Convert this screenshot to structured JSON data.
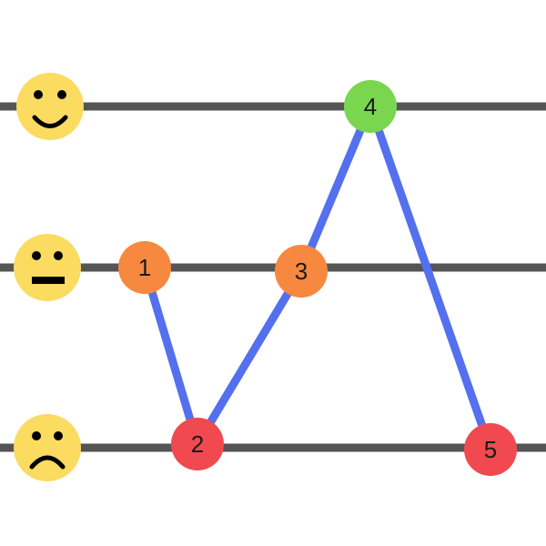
{
  "levels": [
    {
      "name": "happy",
      "icon": "happy-face-icon"
    },
    {
      "name": "neutral",
      "icon": "neutral-face-icon"
    },
    {
      "name": "sad",
      "icon": "sad-face-icon"
    }
  ],
  "colors": {
    "line": "#555555",
    "path": "#5470ee",
    "face": "#fbdb60",
    "happy": "#7ad64f",
    "neutral": "#f6893f",
    "sad": "#f04a50"
  },
  "steps": [
    {
      "label": "1",
      "level": "neutral"
    },
    {
      "label": "2",
      "level": "sad"
    },
    {
      "label": "3",
      "level": "neutral"
    },
    {
      "label": "4",
      "level": "happy"
    },
    {
      "label": "5",
      "level": "sad"
    }
  ]
}
